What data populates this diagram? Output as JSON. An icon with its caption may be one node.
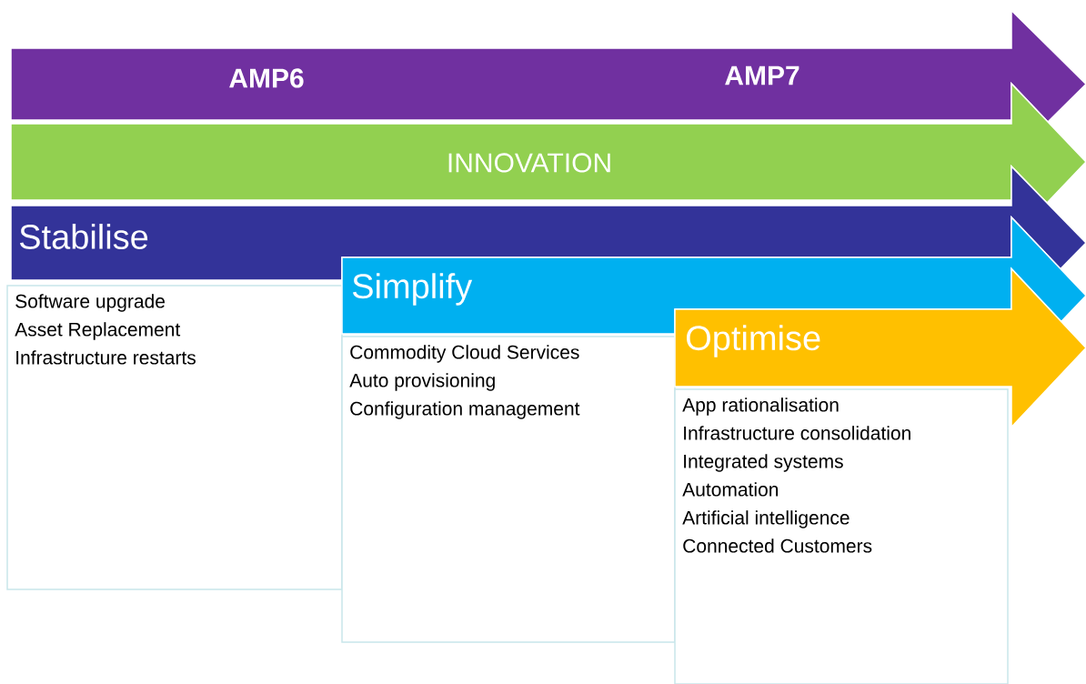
{
  "diagram": {
    "nodes": [
      {
        "text": [
          "AMP6",
          "AMP7"
        ]
      },
      {
        "text": [
          "INNOVATION"
        ]
      },
      {
        "text": [
          "Stabilise"
        ]
      },
      {
        "text": [
          "Software upgrade",
          "Asset Replacement",
          "Infrastructure restarts"
        ]
      },
      {
        "text": [
          "Simplify"
        ]
      },
      {
        "text": [
          "Commodity Cloud Services",
          "Auto provisioning",
          "Configuration management"
        ]
      },
      {
        "text": [
          "Optimise"
        ]
      },
      {
        "text": [
          "App rationalisation",
          "Infrastructure consolidation",
          "Integrated systems",
          "Automation",
          "Artificial intelligence",
          "Connected Customers"
        ]
      }
    ]
  }
}
